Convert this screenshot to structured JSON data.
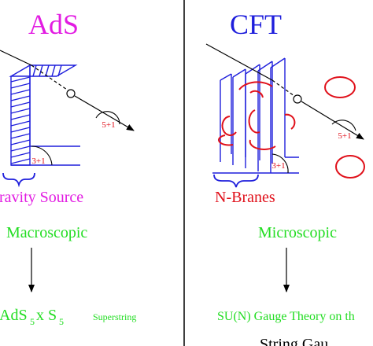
{
  "colors": {
    "magenta": "#e21ce2",
    "blue": "#1e1edc",
    "green": "#22dd22",
    "red": "#e0101a",
    "black": "#000000"
  },
  "left_panel": {
    "title": "AdS",
    "dimension_label_outer": "5+1",
    "dimension_label_inner": "3+1",
    "source_label": "ravity Source",
    "scale_label": "Macroscopic",
    "ads_main": "AdS",
    "ads_sub1": "5",
    "ads_x": "x S",
    "ads_sub2": "5",
    "superstring_label": "Superstring"
  },
  "right_panel": {
    "title": "CFT",
    "dimension_label_outer": "5+1",
    "dimension_label_inner": "3+1",
    "source_label": "N-Branes",
    "scale_label": "Microscopic",
    "gauge_label": "SU(N) Gauge Theory on th",
    "bottom_cut_text": "String Gau"
  }
}
